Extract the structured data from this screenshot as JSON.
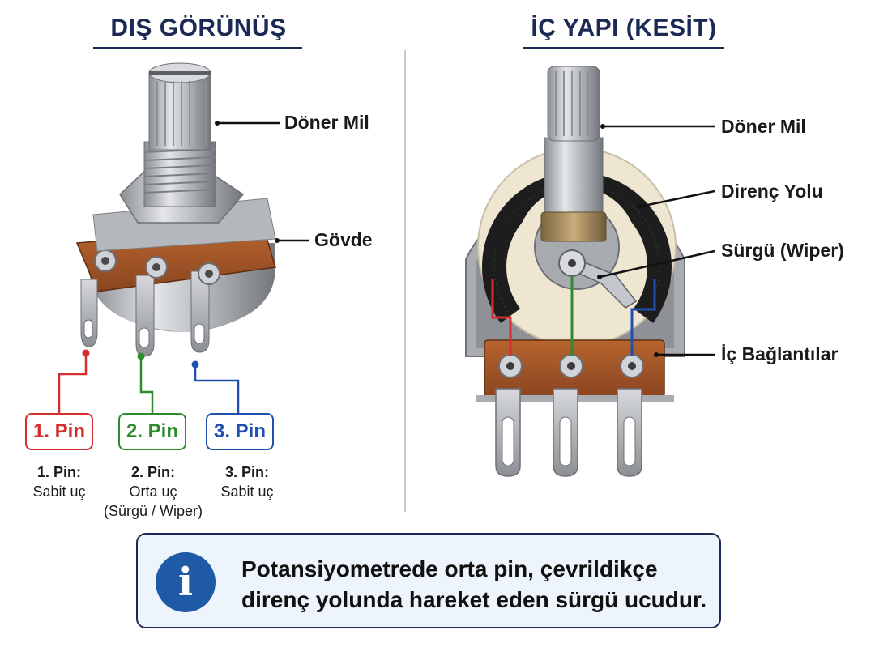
{
  "left_panel": {
    "title": "DIŞ GÖRÜNÜŞ",
    "labels": {
      "shaft": "Döner Mil",
      "body": "Gövde"
    },
    "pins": [
      {
        "box_label": "1. Pin",
        "title": "1. Pin:",
        "line1": "Sabit uç",
        "line2": "",
        "color": "#d32f2f"
      },
      {
        "box_label": "2. Pin",
        "title": "2. Pin:",
        "line1": "Orta uç",
        "line2": "(Sürgü / Wiper)",
        "color": "#2e8b2e"
      },
      {
        "box_label": "3. Pin",
        "title": "3. Pin:",
        "line1": "Sabit uç",
        "line2": "",
        "color": "#1f4fb0"
      }
    ]
  },
  "right_panel": {
    "title": "İÇ YAPI (KESİT)",
    "labels": {
      "shaft": "Döner Mil",
      "track": "Direnç Yolu",
      "wiper": "Sürgü (Wiper)",
      "connections": "İç Bağlantılar"
    }
  },
  "info": {
    "icon": "info-icon",
    "line1": "Potansiyometrede orta pin, çevrildikçe",
    "line2": "direnç yolunda hareket eden sürgü ucudur."
  },
  "colors": {
    "title": "#1b2a55",
    "pin1": "#d32f2f",
    "pin2": "#2e8b2e",
    "pin3": "#1f4fb0",
    "board": "#a0522d"
  }
}
